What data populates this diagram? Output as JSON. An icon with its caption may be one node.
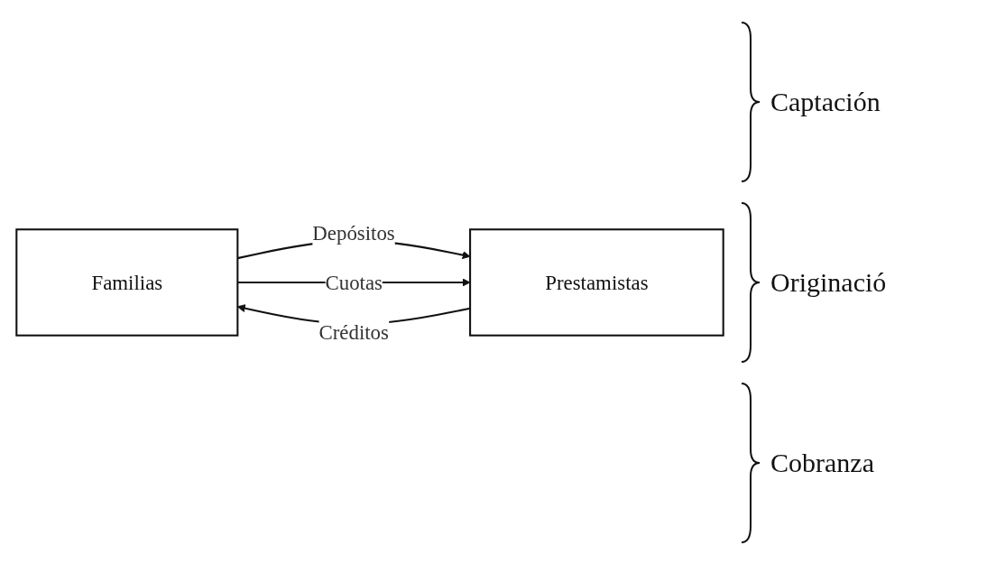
{
  "diagram": {
    "nodes": [
      {
        "text": [
          "Familias"
        ]
      },
      {
        "text": [
          "Prestamistas"
        ]
      }
    ],
    "edges": [
      {
        "from": 0,
        "to": 1,
        "arrow": "to",
        "label": "Depósitos"
      },
      {
        "from": 1,
        "to": 0,
        "arrow": "to",
        "label": "Créditos"
      },
      {
        "from": 0,
        "to": 1,
        "arrow": "to",
        "label": "Cuotas"
      }
    ],
    "labels": [
      "Captación",
      "Originació",
      "Cobranza"
    ]
  }
}
